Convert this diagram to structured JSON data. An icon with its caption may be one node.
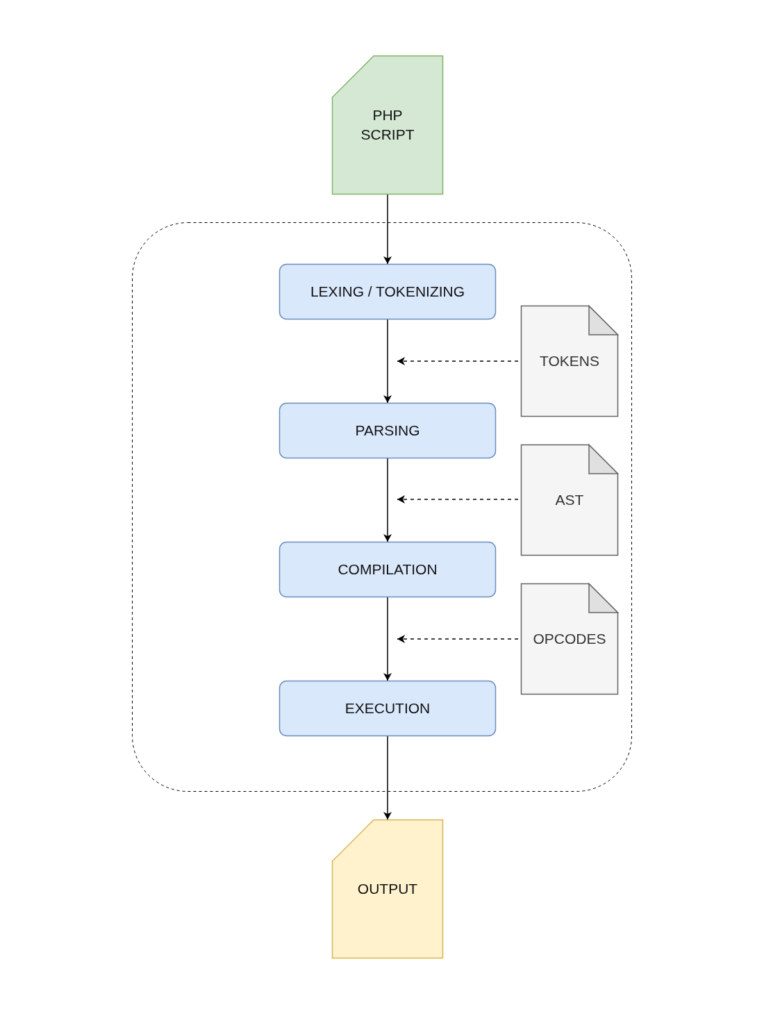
{
  "diagram": {
    "nodes": [
      {
        "text": [
          "PHP SCRIPT"
        ]
      },
      {
        "text": [],
        "shape": "box"
      },
      {
        "text": [
          "LEXING / TOKENIZING"
        ],
        "in": 1
      },
      {
        "text": [
          "TOKENS"
        ],
        "in": 1
      },
      {
        "text": [
          "PARSING"
        ],
        "in": 1
      },
      {
        "text": [
          "AST"
        ],
        "in": 1
      },
      {
        "text": [
          "COMPILATION"
        ],
        "in": 1
      },
      {
        "text": [
          "OPCODES"
        ],
        "in": 1
      },
      {
        "text": [
          "EXECUTION"
        ],
        "in": 1
      },
      {
        "text": [
          "OUTPUT"
        ]
      }
    ],
    "edges": [
      {
        "from": 0,
        "to": 2,
        "arrow": "to"
      },
      {
        "from": 2,
        "to": 4,
        "arrow": "to"
      },
      {
        "from": 3,
        "to": null,
        "arrow": "to",
        "style": "dashed"
      },
      {
        "from": 4,
        "to": 6,
        "arrow": "to"
      },
      {
        "from": 5,
        "to": null,
        "arrow": "to",
        "style": "dashed"
      },
      {
        "from": 6,
        "to": 8,
        "arrow": "to"
      },
      {
        "from": 7,
        "to": null,
        "arrow": "to",
        "style": "dashed"
      },
      {
        "from": 8,
        "to": 9,
        "arrow": "to"
      }
    ]
  }
}
